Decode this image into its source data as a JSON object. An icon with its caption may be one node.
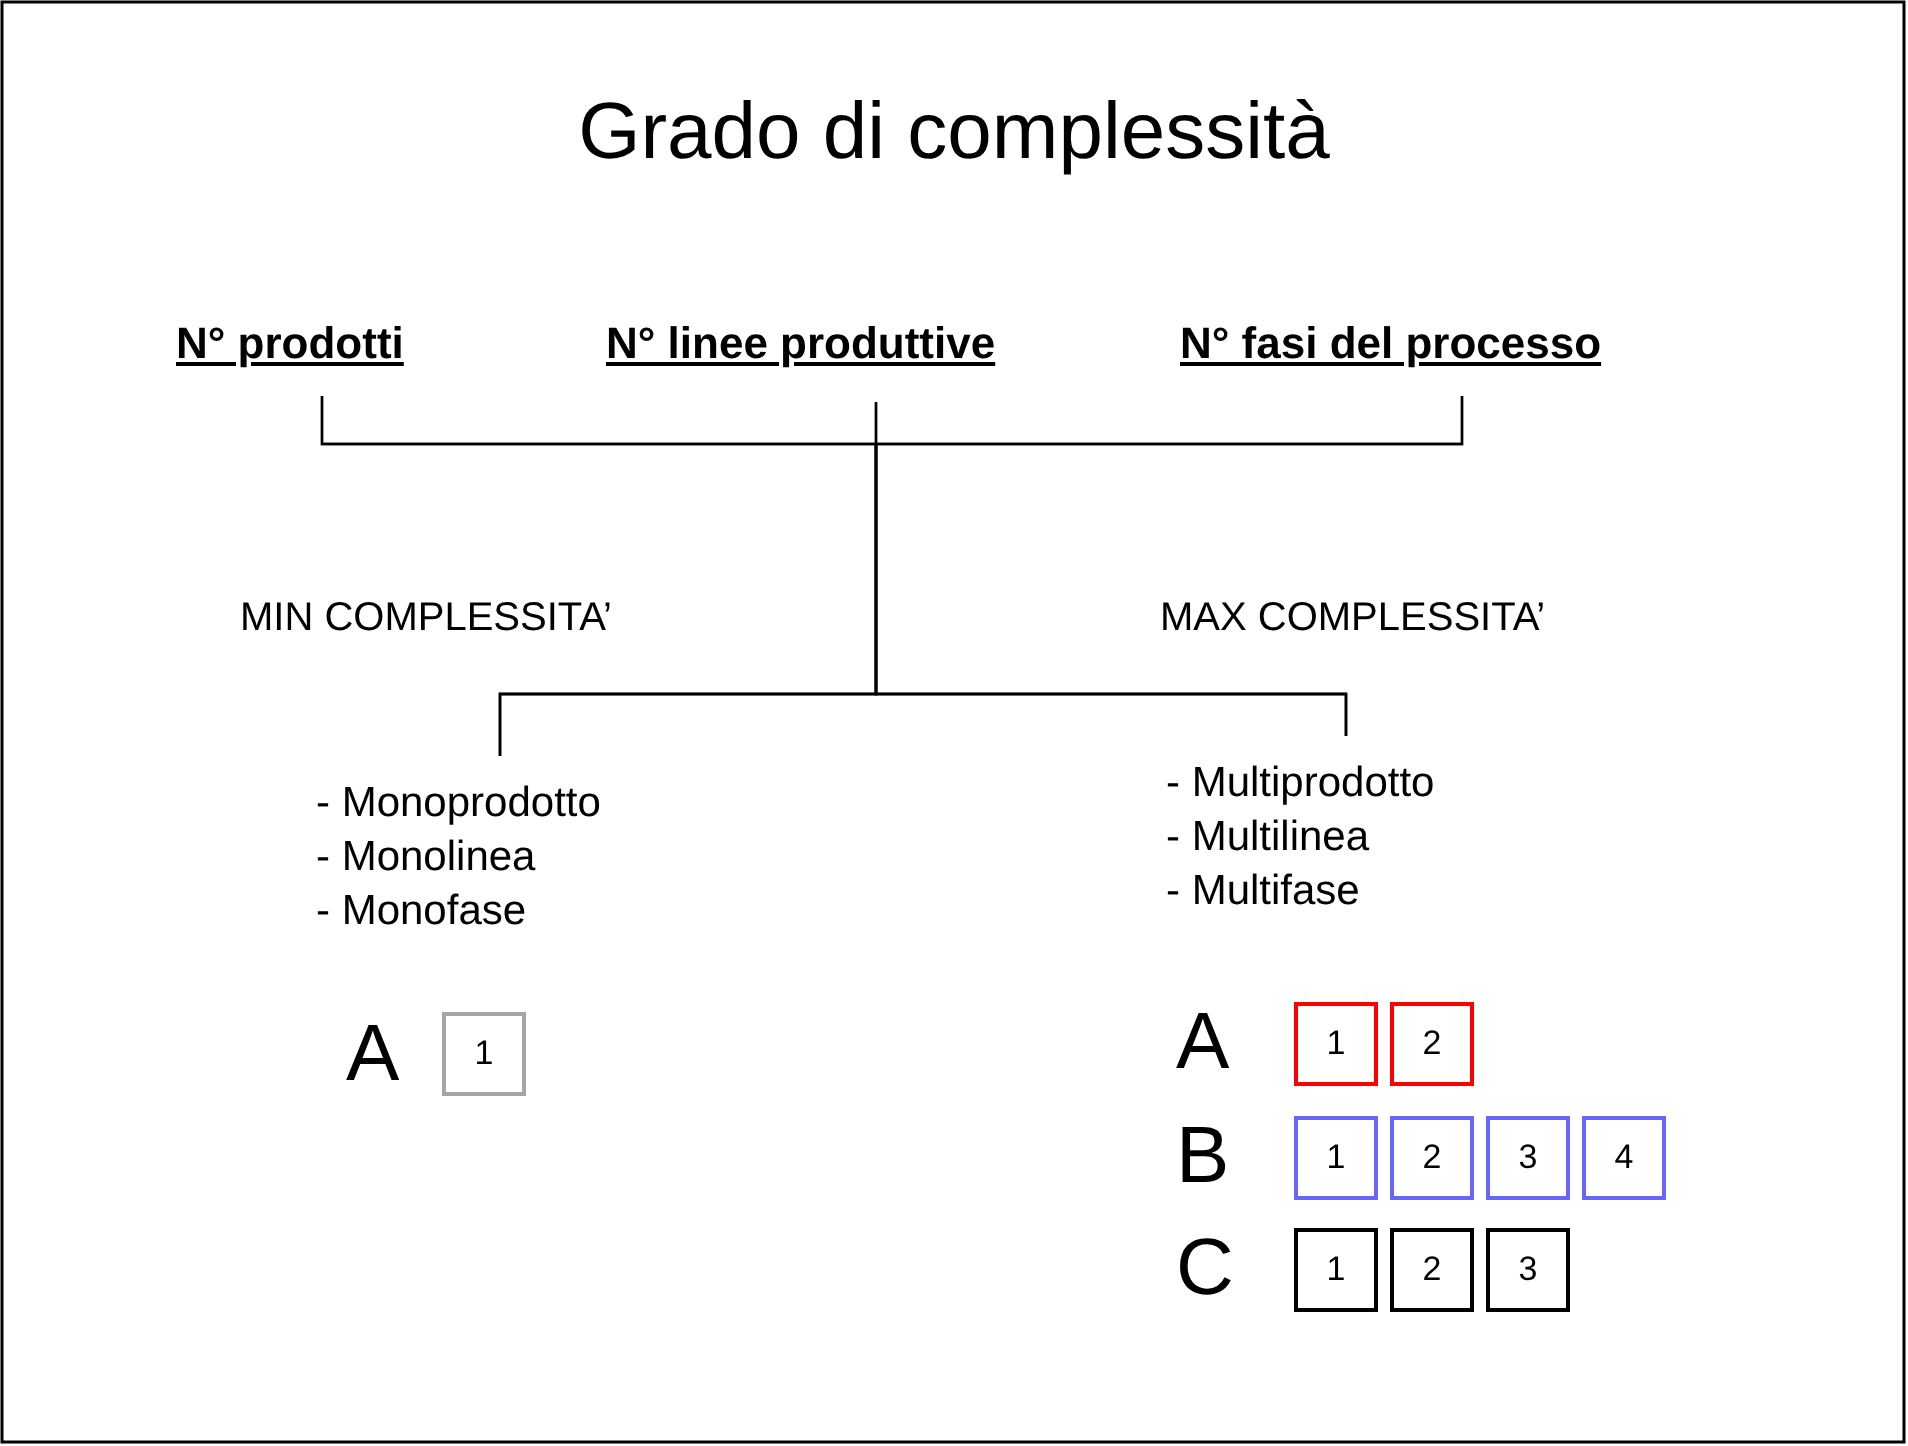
{
  "diagram": {
    "title": "Grado di complessità",
    "nodes": [
      {
        "text": [
          "N° prodotti"
        ]
      },
      {
        "text": [
          "N° linee produttive"
        ]
      },
      {
        "text": [
          "N° fasi del processo"
        ]
      },
      {
        "text": [
          "- Monoprodotto",
          "- Monolinea",
          "- Monofase"
        ]
      },
      {
        "text": [
          "- Multiprodotto",
          "- Multilinea",
          "- Multifase"
        ]
      },
      {
        "text": [
          "1"
        ]
      },
      {
        "text": [
          "1"
        ]
      },
      {
        "text": [
          "2"
        ]
      },
      {
        "text": [
          "1"
        ]
      },
      {
        "text": [
          "2"
        ]
      },
      {
        "text": [
          "3"
        ]
      },
      {
        "text": [
          "4"
        ]
      },
      {
        "text": [
          "1"
        ]
      },
      {
        "text": [
          "2"
        ]
      },
      {
        "text": [
          "3"
        ]
      }
    ],
    "edges": [
      {
        "from": 0,
        "to": 3,
        "arrow": "none"
      },
      {
        "from": 1,
        "to": 3,
        "arrow": "none"
      },
      {
        "from": 2,
        "to": 3,
        "arrow": "none"
      },
      {
        "from": 0,
        "to": 4,
        "arrow": "none"
      },
      {
        "from": 1,
        "to": 4,
        "arrow": "none"
      },
      {
        "from": 2,
        "to": 4,
        "arrow": "none"
      }
    ],
    "labels": [
      "MIN COMPLESSITA’",
      "MAX COMPLESSITA’",
      "A",
      "A",
      "B",
      "C"
    ]
  }
}
